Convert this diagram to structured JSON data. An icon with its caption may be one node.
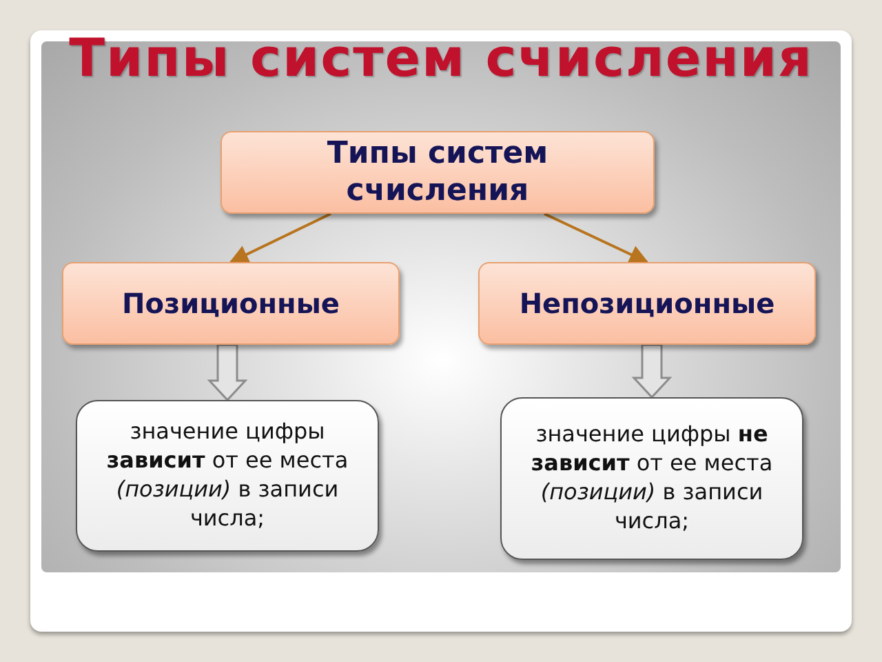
{
  "diagram": {
    "title": "Типы систем счисления",
    "nodes": [
      {
        "text": [
          "Типы систем счисления"
        ]
      },
      {
        "text": [
          "Позиционные"
        ]
      },
      {
        "text": [
          "Непозиционные"
        ]
      },
      {
        "text": [
          "значение цифры **зависит** от ее места *(позиции)* в записи числа;"
        ]
      },
      {
        "text": [
          "значение цифры **не зависит** от ее места *(позиции)* в записи числа;"
        ]
      }
    ],
    "edges": [
      {
        "from": 0,
        "to": 1,
        "arrow": "to"
      },
      {
        "from": 0,
        "to": 2,
        "arrow": "to"
      },
      {
        "from": 1,
        "to": 3,
        "arrow": "to",
        "style": "thick",
        "color": "#8c8c8c"
      },
      {
        "from": 2,
        "to": 4,
        "arrow": "to",
        "style": "thick",
        "color": "#8c8c8c"
      }
    ]
  }
}
